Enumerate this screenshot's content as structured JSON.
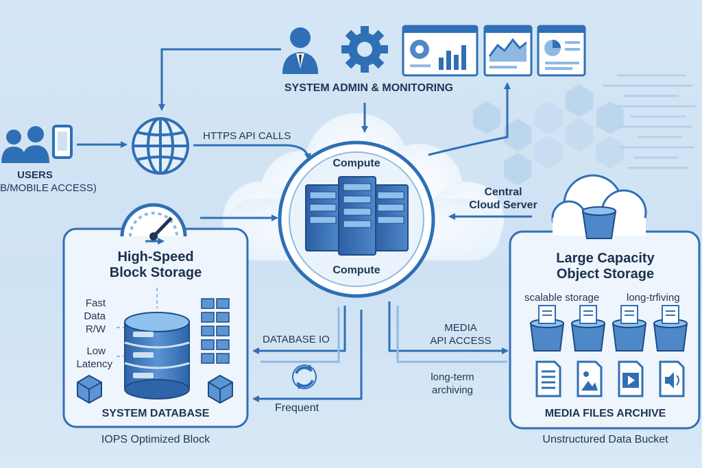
{
  "admin": {
    "label": "SYSTEM ADMIN & MONITORING"
  },
  "users": {
    "label": "USERS",
    "sublabel": "B/MOBILE ACCESS)"
  },
  "flows": {
    "https": "HTTPS API CALLS",
    "database_io": "DATABASE IO",
    "frequent": "Frequent",
    "media_api_1": "MEDIA",
    "media_api_2": "API ACCESS",
    "long_term_1": "long-term",
    "long_term_2": "archiving"
  },
  "compute": {
    "top_label": "Compute",
    "bottom_label": "Compute",
    "server_1": "Central",
    "server_2": "Cloud Server"
  },
  "block": {
    "title_1": "High-Speed",
    "title_2": "Block Storage",
    "fast_1": "Fast",
    "fast_2": "Data",
    "fast_3": "R/W",
    "low_1": "Low",
    "low_2": "Latency",
    "database": "SYSTEM DATABASE",
    "caption": "IOPS Optimized Block"
  },
  "object": {
    "title_1": "Large Capacity",
    "title_2": "Object Storage",
    "scalable": "scalable storage",
    "longterm": "long-trfiving",
    "archive": "MEDIA FILES ARCHIVE",
    "caption": "Unstructured Data Bucket"
  },
  "colors": {
    "primary": "#2f6fb5",
    "dark": "#1f3554",
    "light": "#8fb9e3",
    "panel": "#eef5fc"
  }
}
